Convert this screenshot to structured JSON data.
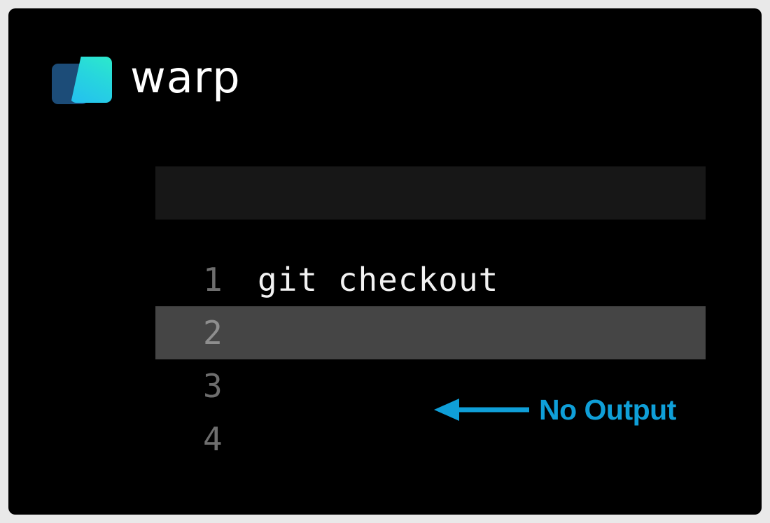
{
  "brand": {
    "wordmark": "warp",
    "logo_icon": "warp-logo-mark",
    "colors": {
      "logo_back": "#1c4c78",
      "logo_gradient_start": "#2ceacb",
      "logo_gradient_end": "#24bff0",
      "wordmark": "#ffffff"
    }
  },
  "terminal": {
    "background": "#000000",
    "header_block_color": "#171717",
    "highlight_color": "#454545",
    "line_number_color": "#6e6e6e",
    "command_text_color": "#f2f2f2",
    "rows": [
      {
        "number": "1",
        "text": "git checkout",
        "highlighted": false
      },
      {
        "number": "2",
        "text": "",
        "highlighted": true
      },
      {
        "number": "3",
        "text": "",
        "highlighted": false
      },
      {
        "number": "4",
        "text": "",
        "highlighted": false
      }
    ]
  },
  "annotation": {
    "label": "No Output",
    "color": "#0f9fd8",
    "arrow_direction": "left"
  }
}
